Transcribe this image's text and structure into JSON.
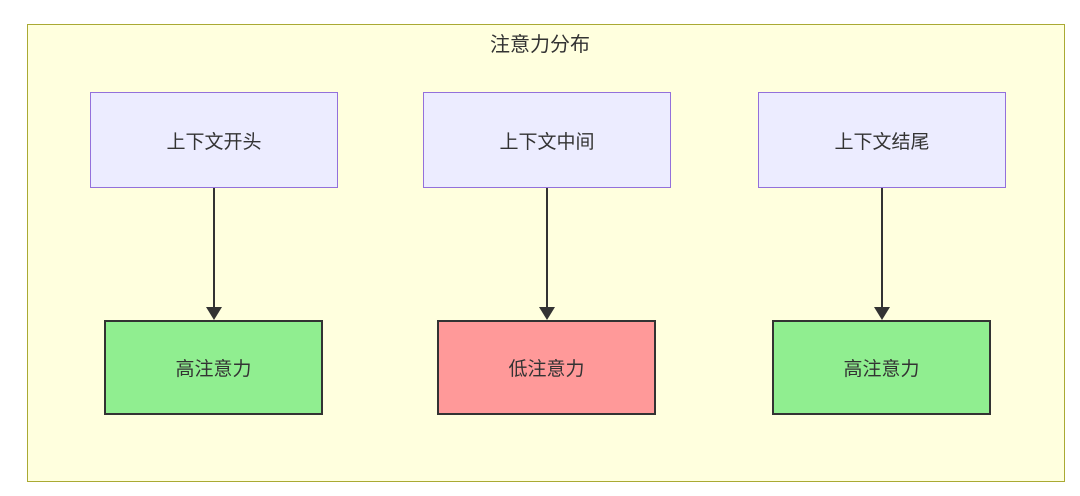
{
  "diagram": {
    "title": "注意力分布",
    "nodes": {
      "sources": [
        {
          "id": "context-start",
          "label": "上下文开头"
        },
        {
          "id": "context-middle",
          "label": "上下文中间"
        },
        {
          "id": "context-end",
          "label": "上下文结尾"
        }
      ],
      "targets": [
        {
          "id": "attention-high-left",
          "label": "高注意力",
          "level": "high"
        },
        {
          "id": "attention-low-middle",
          "label": "低注意力",
          "level": "low"
        },
        {
          "id": "attention-high-right",
          "label": "高注意力",
          "level": "high"
        }
      ]
    },
    "edges": [
      {
        "from": "上下文开头",
        "to": "高注意力"
      },
      {
        "from": "上下文中间",
        "to": "低注意力"
      },
      {
        "from": "上下文结尾",
        "to": "高注意力"
      }
    ],
    "colors": {
      "canvas_background": "#ffffff",
      "cluster_fill": "#ffffde",
      "cluster_border": "#aaaa33",
      "source_fill": "#ececff",
      "source_border": "#9370db",
      "high_attention_fill": "#90ee90",
      "low_attention_fill": "#ff9999",
      "target_border": "#333333",
      "arrow_color": "#333333",
      "text_color": "#333333"
    }
  }
}
